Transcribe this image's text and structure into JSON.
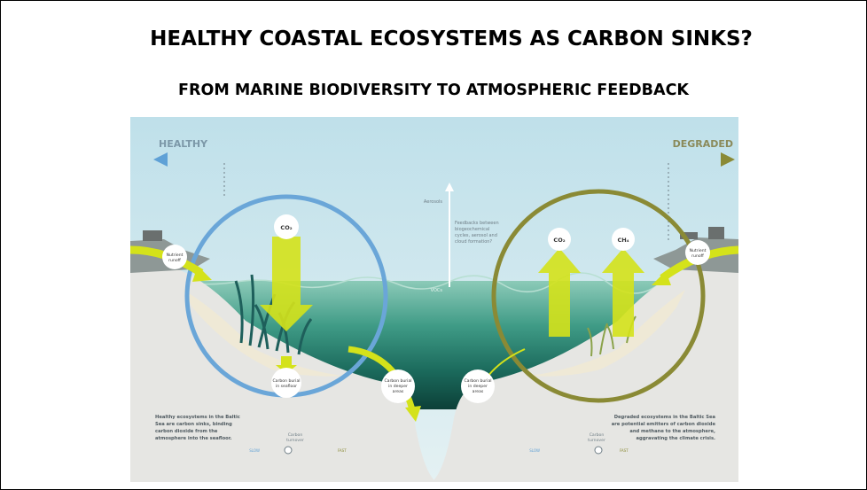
{
  "slide": {
    "title": "HEALTHY COASTAL ECOSYSTEMS AS CARBON SINKS?",
    "subtitle": "FROM MARINE BIODIVERSITY TO ATMOSPHERIC FEEDBACK"
  },
  "figure": {
    "healthy_label": "HEALTHY",
    "degraded_label": "DEGRADED",
    "aerosols": "Aerosols",
    "feedback_lines": [
      "Feedbacks between",
      "biogeochemical",
      "cycles, aerosol and",
      "cloud formation?"
    ],
    "vocs": "VOCs",
    "co2_left": "CO₂",
    "co2_right": "CO₂",
    "ch4": "CH₄",
    "nutrient_left": [
      "Nutrient",
      "runoff"
    ],
    "nutrient_right": [
      "Nutrient",
      "runoff"
    ],
    "burial_seafloor": [
      "Carbon burial",
      "in seafloor"
    ],
    "burial_deep_left": [
      "Carbon burial",
      "in deeper",
      "areas"
    ],
    "burial_deep_right": [
      "Carbon burial",
      "in deeper",
      "areas"
    ],
    "healthy_text": [
      "Healthy ecosystems in the Baltic",
      "Sea are carbon sinks, binding",
      "carbon dioxide from the",
      "atmosphere into the seafloor."
    ],
    "degraded_text": [
      "Degraded ecosystems in the Baltic Sea",
      "are potential emitters of carbon dioxide",
      "and methane to the atmosphere,",
      "aggravating the climate crisis."
    ],
    "turnover_label": [
      "Carbon",
      "turnover"
    ],
    "slow": "SLOW",
    "fast": "FAST"
  },
  "colors": {
    "sky": "#cfe7ef",
    "water_surface": "#7fc1b0",
    "water_deep": "#0f4d45",
    "seabed": "#e6e6e3",
    "healthy_blue": "#5fa1d6",
    "degraded_olive": "#8a8a35",
    "arrow_yellow": "#d4e21a",
    "label_gray": "#6f7e86"
  }
}
